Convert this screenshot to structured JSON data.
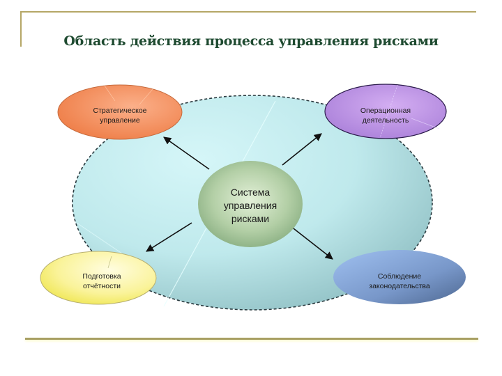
{
  "title": "Область действия процесса управления рисками",
  "center": {
    "line1": "Система",
    "line2": "управления",
    "line3": "рисками",
    "color": "#9fc096"
  },
  "nodes": [
    {
      "id": "strategic",
      "line1": "Стратегическое",
      "line2": "управление",
      "color": "#f28a55"
    },
    {
      "id": "operational",
      "line1": "Операционная",
      "line2": "деятельность",
      "color": "#b98ce0"
    },
    {
      "id": "reporting",
      "line1": "Подготовка",
      "line2": "отчётности",
      "color": "#f6f07a"
    },
    {
      "id": "compliance",
      "line1": "Соблюдение",
      "line2": "законодательства",
      "color": "#7e9fd0"
    }
  ],
  "outer_area_color": "#bfe9ec",
  "frame_color": "#b5a766"
}
